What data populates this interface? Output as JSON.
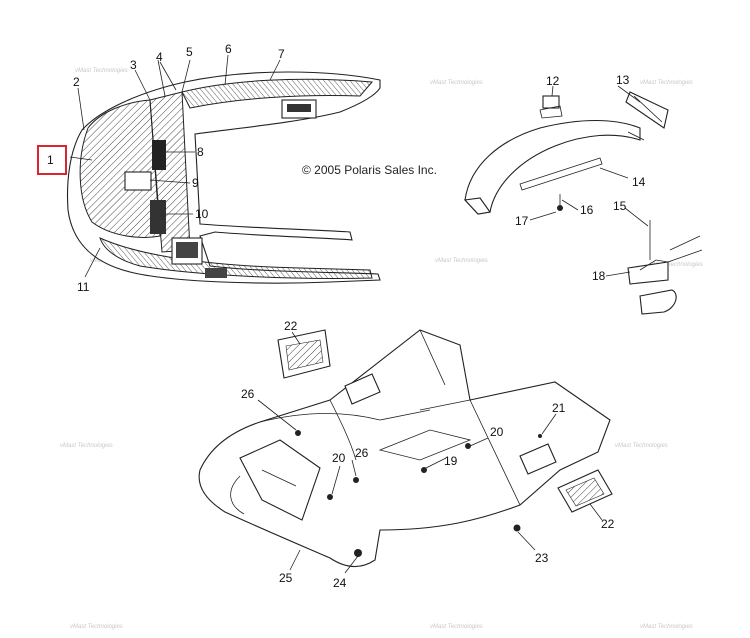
{
  "copyright": "© 2005 Polaris Sales Inc.",
  "highlight_color": "#d9252b",
  "highlighted_callout": "1",
  "watermark": "vMast Technologies",
  "callouts": [
    {
      "id": "c1",
      "text": "1"
    },
    {
      "id": "c2",
      "text": "2"
    },
    {
      "id": "c3",
      "text": "3"
    },
    {
      "id": "c4",
      "text": "4"
    },
    {
      "id": "c5",
      "text": "5"
    },
    {
      "id": "c6",
      "text": "6"
    },
    {
      "id": "c7",
      "text": "7"
    },
    {
      "id": "c8",
      "text": "8"
    },
    {
      "id": "c9",
      "text": "9"
    },
    {
      "id": "c10",
      "text": "10"
    },
    {
      "id": "c11",
      "text": "11"
    },
    {
      "id": "c12",
      "text": "12"
    },
    {
      "id": "c13",
      "text": "13"
    },
    {
      "id": "c14",
      "text": "14"
    },
    {
      "id": "c15",
      "text": "15"
    },
    {
      "id": "c16",
      "text": "16"
    },
    {
      "id": "c17",
      "text": "17"
    },
    {
      "id": "c18",
      "text": "18"
    },
    {
      "id": "c19",
      "text": "19"
    },
    {
      "id": "c20a",
      "text": "20"
    },
    {
      "id": "c20b",
      "text": "20"
    },
    {
      "id": "c21",
      "text": "21"
    },
    {
      "id": "c22a",
      "text": "22"
    },
    {
      "id": "c22b",
      "text": "22"
    },
    {
      "id": "c23",
      "text": "23"
    },
    {
      "id": "c24",
      "text": "24"
    },
    {
      "id": "c25",
      "text": "25"
    },
    {
      "id": "c26a",
      "text": "26"
    },
    {
      "id": "c26b",
      "text": "26"
    }
  ]
}
